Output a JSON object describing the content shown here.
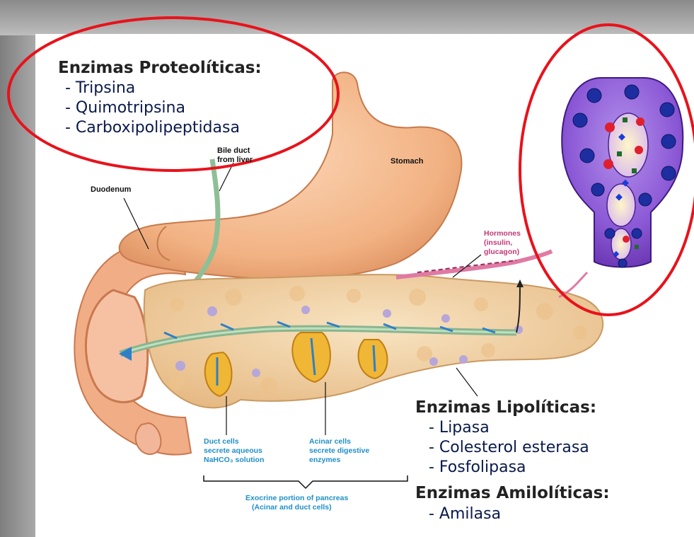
{
  "proteolytic": {
    "heading": "Enzimas Proteolíticas:",
    "items": [
      "- Tripsina",
      "- Quimotripsina",
      "- Carboxipolipeptidasa"
    ]
  },
  "lipolytic": {
    "heading": "Enzimas Lipolíticas:",
    "items": [
      "- Lipasa",
      "- Colesterol esterasa",
      "- Fosfolipasa"
    ]
  },
  "amylolytic": {
    "heading": "Enzimas Amilolíticas:",
    "items": [
      "- Amilasa"
    ]
  },
  "labels": {
    "bile_duct_1": "Bile duct",
    "bile_duct_2": "from liver",
    "stomach": "Stomach",
    "duodenum": "Duodenum",
    "hormones_1": "Hormones",
    "hormones_2": "(insulin,",
    "hormones_3": "glucagon)",
    "duct_cells_1": "Duct cells",
    "duct_cells_2": "secrete aqueous",
    "duct_cells_3": "NaHCO₃ solution",
    "acinar_cells_1": "Acinar cells",
    "acinar_cells_2": "secrete digestive",
    "acinar_cells_3": "enzymes",
    "exocrine_1": "Exocrine portion of pancreas",
    "exocrine_2": "(Acinar and duct cells)"
  },
  "colors": {
    "highlight_circle": "#e8121b",
    "stomach": "#f3b58a",
    "pancreas": "#f2d2a6",
    "duct": "#9fc4a0",
    "acinus": "#7b43c6",
    "label_blue": "#1f8fc8",
    "label_pink": "#c03a7a"
  }
}
